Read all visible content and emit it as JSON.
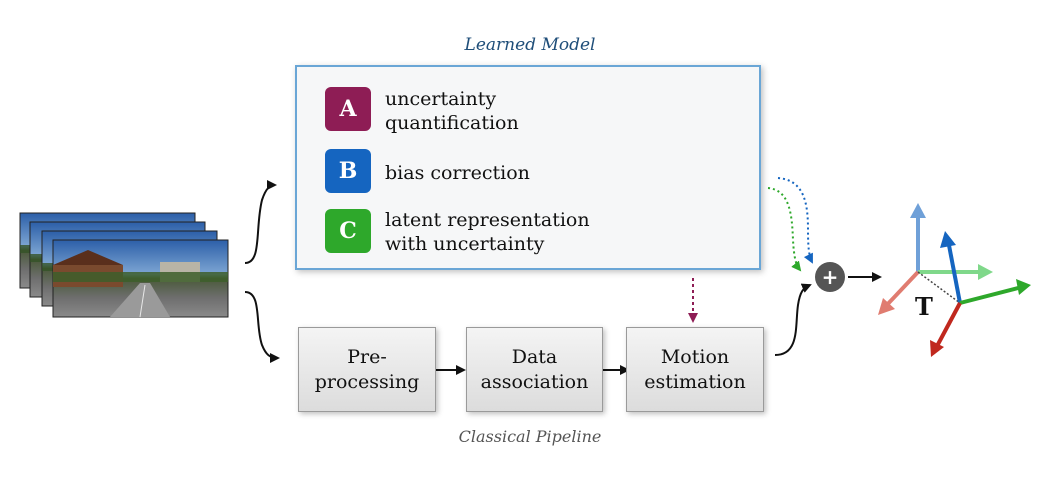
{
  "learned_model": {
    "title": "Learned Model",
    "items": [
      {
        "badge": "A",
        "label": "uncertainty\nquantification",
        "color": "#8e1d55"
      },
      {
        "badge": "B",
        "label": "bias correction",
        "color": "#1565c0"
      },
      {
        "badge": "C",
        "label": "latent representation\nwith uncertainty",
        "color": "#2ea82b"
      }
    ]
  },
  "classical_pipeline": {
    "title": "Classical Pipeline",
    "steps": [
      {
        "label": "Pre-\nprocessing"
      },
      {
        "label": "Data\nassociation"
      },
      {
        "label": "Motion\nestimation"
      }
    ]
  },
  "combine_symbol": "+",
  "output": {
    "label": "T"
  },
  "colors": {
    "accent_blue": "#6aa6d6",
    "arrow_purple": "#8e1d55",
    "arrow_green": "#2ea82b",
    "arrow_blue": "#1565c0"
  }
}
